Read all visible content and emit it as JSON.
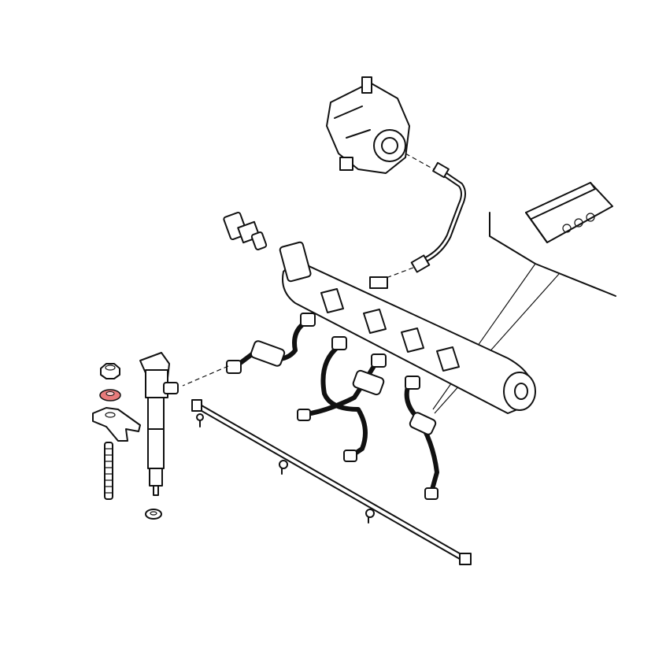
{
  "diagram": {
    "parts": [
      {
        "id": "high-pressure-pump"
      },
      {
        "id": "pump-to-rail-pipe"
      },
      {
        "id": "rail-pressure-sensor"
      },
      {
        "id": "ecu-module"
      },
      {
        "id": "common-rail"
      },
      {
        "id": "injector-pipes"
      },
      {
        "id": "injector"
      },
      {
        "id": "nut"
      },
      {
        "id": "washer",
        "highlighted": true
      },
      {
        "id": "clamp-bracket"
      },
      {
        "id": "stud"
      },
      {
        "id": "seal-washer"
      },
      {
        "id": "leak-off-return-line"
      }
    ],
    "colors": {
      "line": "#111111",
      "highlight": "#e87b7b",
      "background": "#ffffff"
    }
  }
}
